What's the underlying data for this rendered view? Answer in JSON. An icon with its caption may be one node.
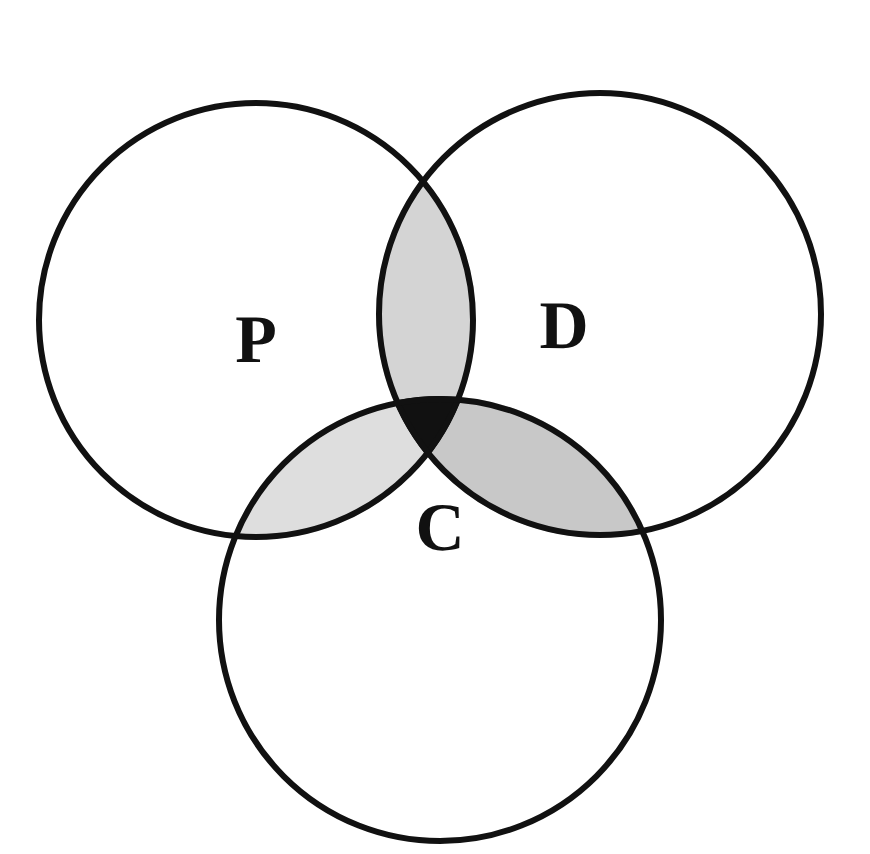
{
  "diagram": {
    "nodes": [
      {
        "text": [
          "P"
        ]
      },
      {
        "text": [
          "D"
        ]
      },
      {
        "text": [
          "C"
        ]
      }
    ]
  }
}
